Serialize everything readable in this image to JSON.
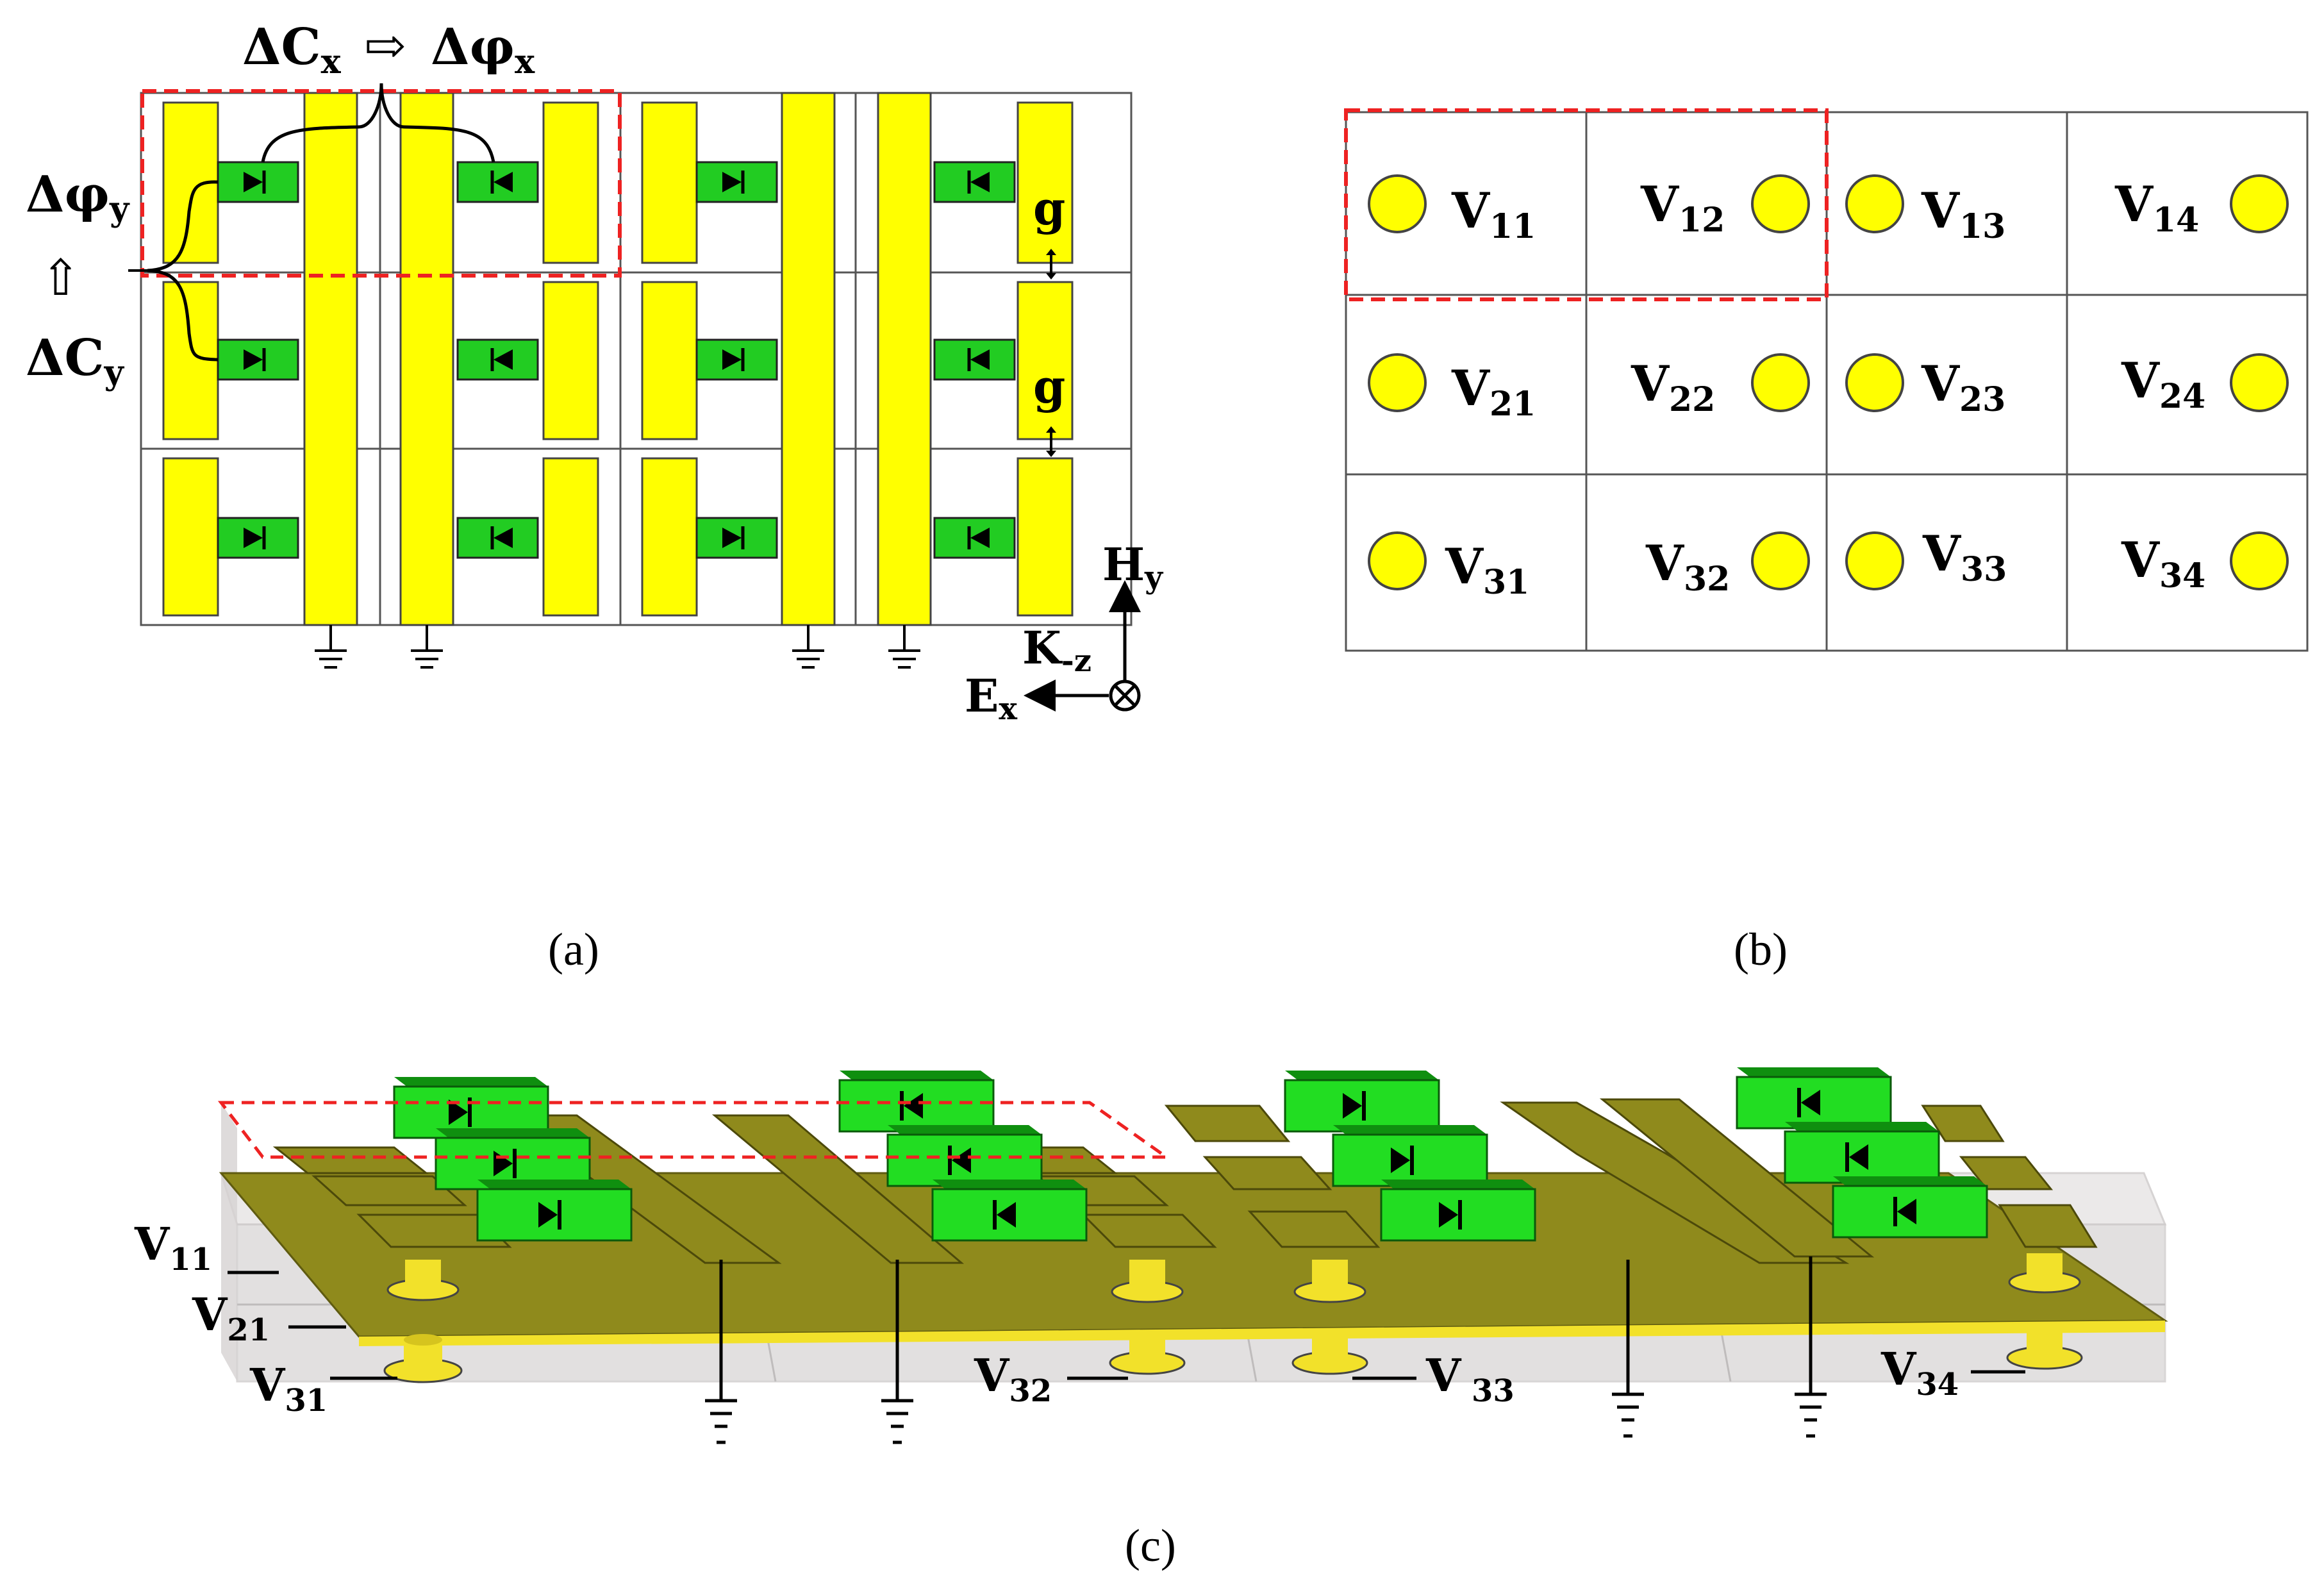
{
  "panel_a": {
    "label_dcx": "ΔC",
    "label_dcx_sub": "x",
    "label_dphix": "Δφ",
    "label_dphix_sub": "x",
    "label_dphiy": "Δφ",
    "label_dphiy_sub": "y",
    "label_dcy": "ΔC",
    "label_dcy_sub": "y",
    "gap_label": "g",
    "axis_h": "H",
    "axis_h_sub": "y",
    "axis_k": "K",
    "axis_k_sub": "-z",
    "axis_e": "E",
    "axis_e_sub": "x",
    "colors": {
      "patch": "#ffff00",
      "diode": "#22cc22",
      "red_box": "#ee2222"
    }
  },
  "panel_b": {
    "voltages": [
      [
        {
          "main": "V",
          "sub": "11"
        },
        {
          "main": "V",
          "sub": "12"
        },
        {
          "main": "V",
          "sub": "13"
        },
        {
          "main": "V",
          "sub": "14"
        }
      ],
      [
        {
          "main": "V",
          "sub": "21"
        },
        {
          "main": "V",
          "sub": "22"
        },
        {
          "main": "V",
          "sub": "23"
        },
        {
          "main": "V",
          "sub": "24"
        }
      ],
      [
        {
          "main": "V",
          "sub": "31"
        },
        {
          "main": "V",
          "sub": "32"
        },
        {
          "main": "V",
          "sub": "33"
        },
        {
          "main": "V",
          "sub": "34"
        }
      ]
    ]
  },
  "panel_c": {
    "labels": [
      {
        "main": "V",
        "sub": "11"
      },
      {
        "main": "V",
        "sub": "21"
      },
      {
        "main": "V",
        "sub": "31"
      },
      {
        "main": "V",
        "sub": "32"
      },
      {
        "main": "V",
        "sub": " 33"
      },
      {
        "main": "V",
        "sub": "34"
      }
    ],
    "colors": {
      "metal": "#8f8a1c",
      "diode": "#22dd22",
      "via": "#f2e12a"
    }
  },
  "captions": {
    "a": "(a)",
    "b": "(b)",
    "c": "(c)"
  }
}
